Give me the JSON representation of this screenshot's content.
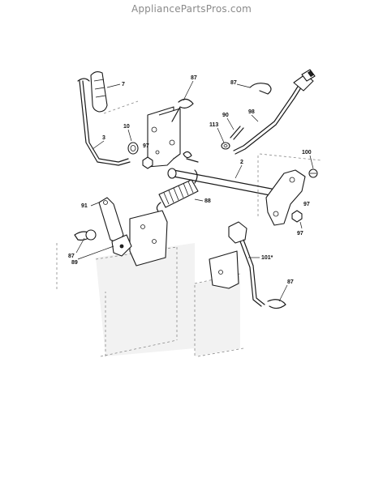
{
  "watermark": "AppliancePartsPros.com",
  "callouts": {
    "c7": "7",
    "c87a": "87",
    "c87b": "87",
    "c98": "98",
    "c90": "90",
    "c113": "113",
    "c10": "10",
    "c97a": "97",
    "c3": "3",
    "c97b": "97",
    "c100": "100",
    "c2": "2",
    "c88": "88",
    "c97c": "97",
    "c91": "91",
    "c87c": "87",
    "c89": "89",
    "c101": "101*",
    "c87d": "87"
  }
}
